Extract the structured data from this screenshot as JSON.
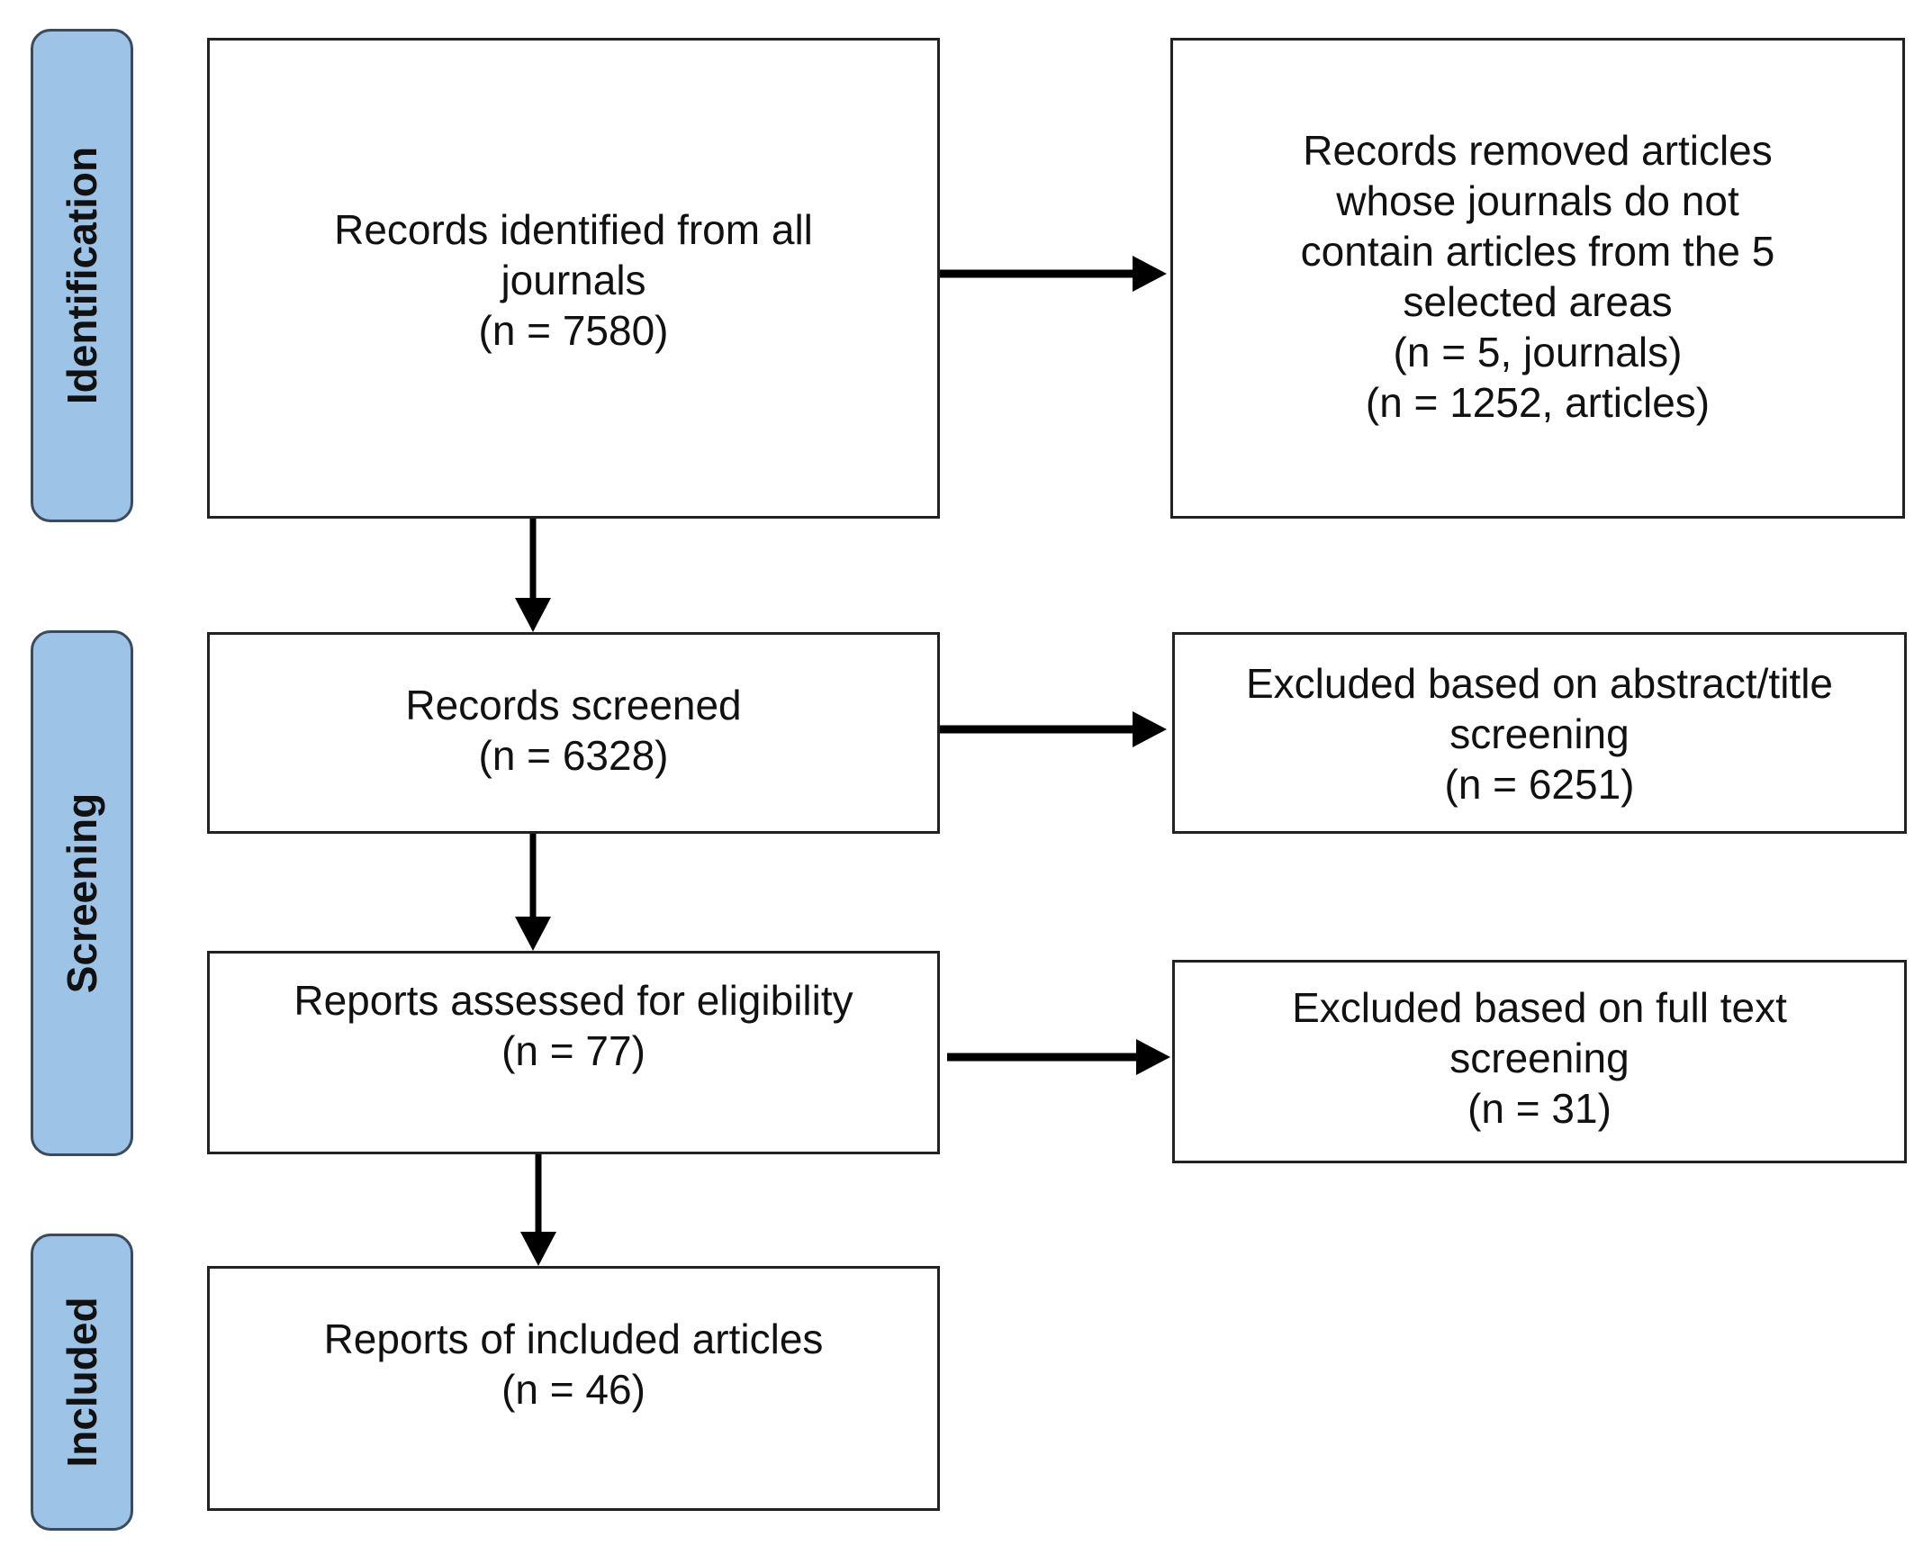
{
  "phases": {
    "identification": "Identification",
    "screening": "Screening",
    "included": "Included"
  },
  "boxes": {
    "identified": {
      "lines": [
        "Records identified  from all",
        "journals",
        "(n = 7580)"
      ]
    },
    "removed": {
      "lines": [
        "Records removed articles",
        "whose journals do not",
        "contain articles from the 5",
        "selected areas",
        "(n = 5, journals)",
        "(n = 1252, articles)"
      ]
    },
    "screened": {
      "lines": [
        "Records screened",
        "(n = 6328)"
      ]
    },
    "excluded_abstract": {
      "lines": [
        "Excluded based on abstract/title",
        "screening",
        "(n = 6251)"
      ]
    },
    "assessed": {
      "lines": [
        "Reports assessed for eligibility",
        "(n = 77)"
      ]
    },
    "excluded_fulltext": {
      "lines": [
        "Excluded based on full text",
        "screening",
        "(n = 31)"
      ]
    },
    "included": {
      "lines": [
        "Reports of included articles",
        "(n = 46)"
      ]
    }
  },
  "colors": {
    "phase_fill": "#9dc3e6",
    "phase_border": "#3b4a5c",
    "box_border": "#222222",
    "arrow": "#000000"
  }
}
